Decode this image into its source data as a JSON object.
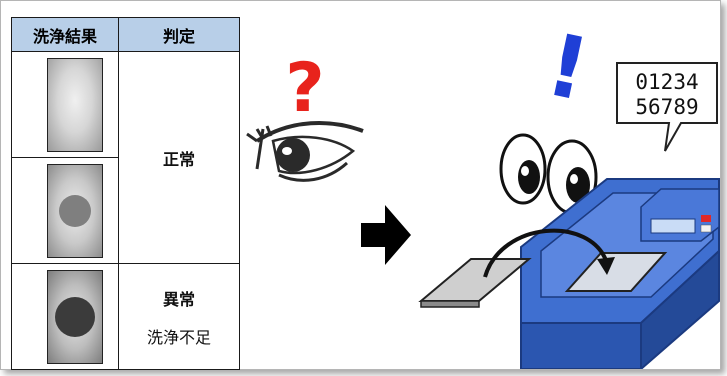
{
  "table": {
    "header_result": "洗浄結果",
    "header_judgement": "判定",
    "judgement_normal": "正常",
    "judgement_abnormal": "異常",
    "judgement_abnormal_reason": "洗浄不足"
  },
  "symbols": {
    "question": "?",
    "exclamation": "!"
  },
  "device_display": {
    "line1": "01234",
    "line2": "56789"
  },
  "colors": {
    "header_bg": "#b8cfe8",
    "question_mark": "#e8231c",
    "exclamation_mark": "#1f3fd6",
    "device_body": "#3f6fd0",
    "device_dark": "#2b56b0"
  }
}
